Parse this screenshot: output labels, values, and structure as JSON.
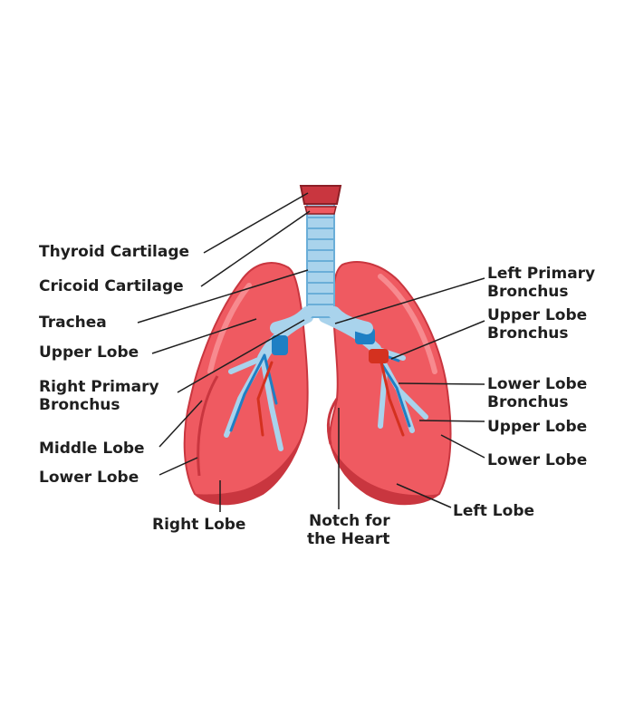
{
  "labels": {
    "thyroid_cartilage": "Thyroid Cartilage",
    "cricoid_cartilage": "Cricoid Cartilage",
    "trachea": "Trachea",
    "upper_lobe_right": "Upper Lobe",
    "right_primary_bronchus_1": "Right Primary",
    "right_primary_bronchus_2": "Bronchus",
    "middle_lobe": "Middle Lobe",
    "lower_lobe_right": "Lower Lobe",
    "right_lobe": "Right Lobe",
    "notch_1": "Notch for",
    "notch_2": "the Heart",
    "left_lobe": "Left Lobe",
    "left_primary_bronchus_1": "Left Primary",
    "left_primary_bronchus_2": "Bronchus",
    "upper_lobe_bronchus_1": "Upper Lobe",
    "upper_lobe_bronchus_2": "Bronchus",
    "lower_lobe_bronchus_1": "Lower Lobe",
    "lower_lobe_bronchus_2": "Bronchus",
    "upper_lobe_left": "Upper Lobe",
    "lower_lobe_left": "Lower Lobe"
  },
  "colors": {
    "lung": "#ef5a61",
    "lung_dark": "#c9363f",
    "lung_light": "#f78a8f",
    "airway": "#a9d3ec",
    "airway_dark": "#6aaed8",
    "vein": "#1e7fc4",
    "artery": "#d4311f",
    "label_text": "#1f1f1f",
    "leader_line": "#1f1f1f"
  }
}
